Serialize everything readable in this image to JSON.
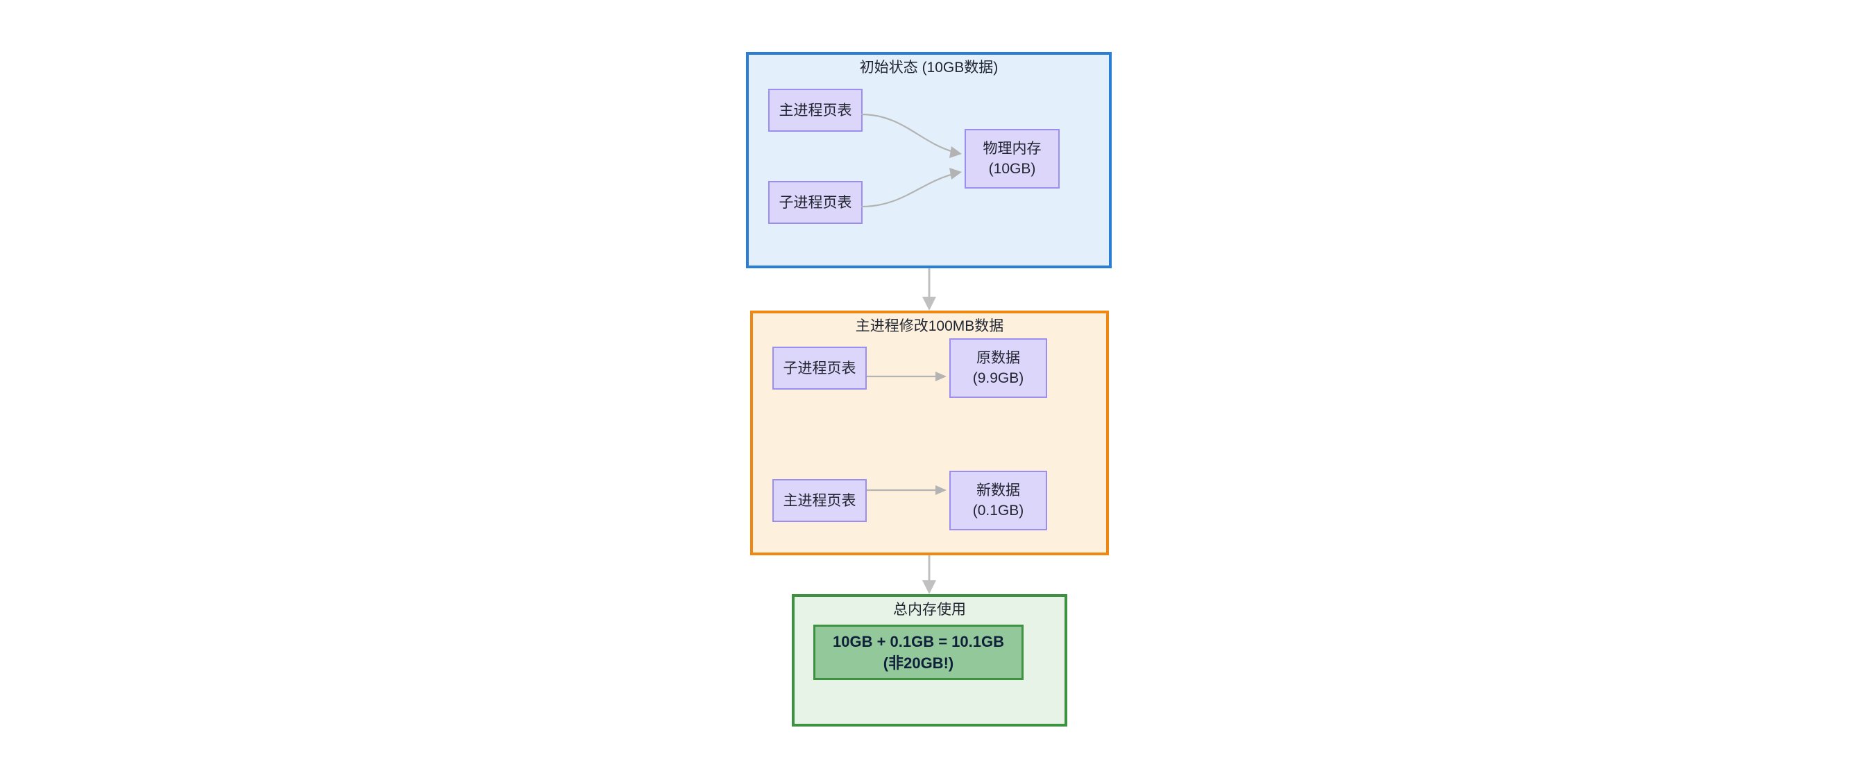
{
  "diagram": {
    "type": "flowchart",
    "groups": [
      {
        "id": "initial",
        "title": "初始状态 (10GB数据)",
        "accent_color": "#2a7fd4",
        "fill_color": "#e3f0fb",
        "nodes": [
          {
            "id": "parent-pagetable-1",
            "line1": "主进程页表",
            "line2": ""
          },
          {
            "id": "child-pagetable-1",
            "line1": "子进程页表",
            "line2": ""
          },
          {
            "id": "physical-memory",
            "line1": "物理内存",
            "line2": "(10GB)"
          }
        ],
        "edges": [
          {
            "from": "主进程页表",
            "to": "物理内存 (10GB)"
          },
          {
            "from": "子进程页表",
            "to": "物理内存 (10GB)"
          }
        ]
      },
      {
        "id": "modify",
        "title": "主进程修改100MB数据",
        "accent_color": "#f08711",
        "fill_color": "#fdf0dd",
        "nodes": [
          {
            "id": "child-pagetable-2",
            "line1": "子进程页表",
            "line2": ""
          },
          {
            "id": "original-data",
            "line1": "原数据",
            "line2": "(9.9GB)"
          },
          {
            "id": "parent-pagetable-2",
            "line1": "主进程页表",
            "line2": ""
          },
          {
            "id": "new-data",
            "line1": "新数据",
            "line2": "(0.1GB)"
          }
        ],
        "edges": [
          {
            "from": "子进程页表",
            "to": "原数据 (9.9GB)"
          },
          {
            "from": "主进程页表",
            "to": "新数据 (0.1GB)"
          }
        ]
      },
      {
        "id": "total",
        "title": "总内存使用",
        "accent_color": "#3f9142",
        "fill_color": "#e7f3e6",
        "result": {
          "line1": "10GB + 0.1GB = 10.1GB",
          "line2": "(非20GB!)"
        }
      }
    ],
    "flow": [
      {
        "from": "初始状态 (10GB数据)",
        "to": "主进程修改100MB数据"
      },
      {
        "from": "主进程修改100MB数据",
        "to": "总内存使用"
      }
    ],
    "node_fill_color": "#ddd6fb",
    "node_border_color": "#9a8ef0",
    "result_fill_color": "#93c89a",
    "connector_color": "#b3b3b3"
  }
}
